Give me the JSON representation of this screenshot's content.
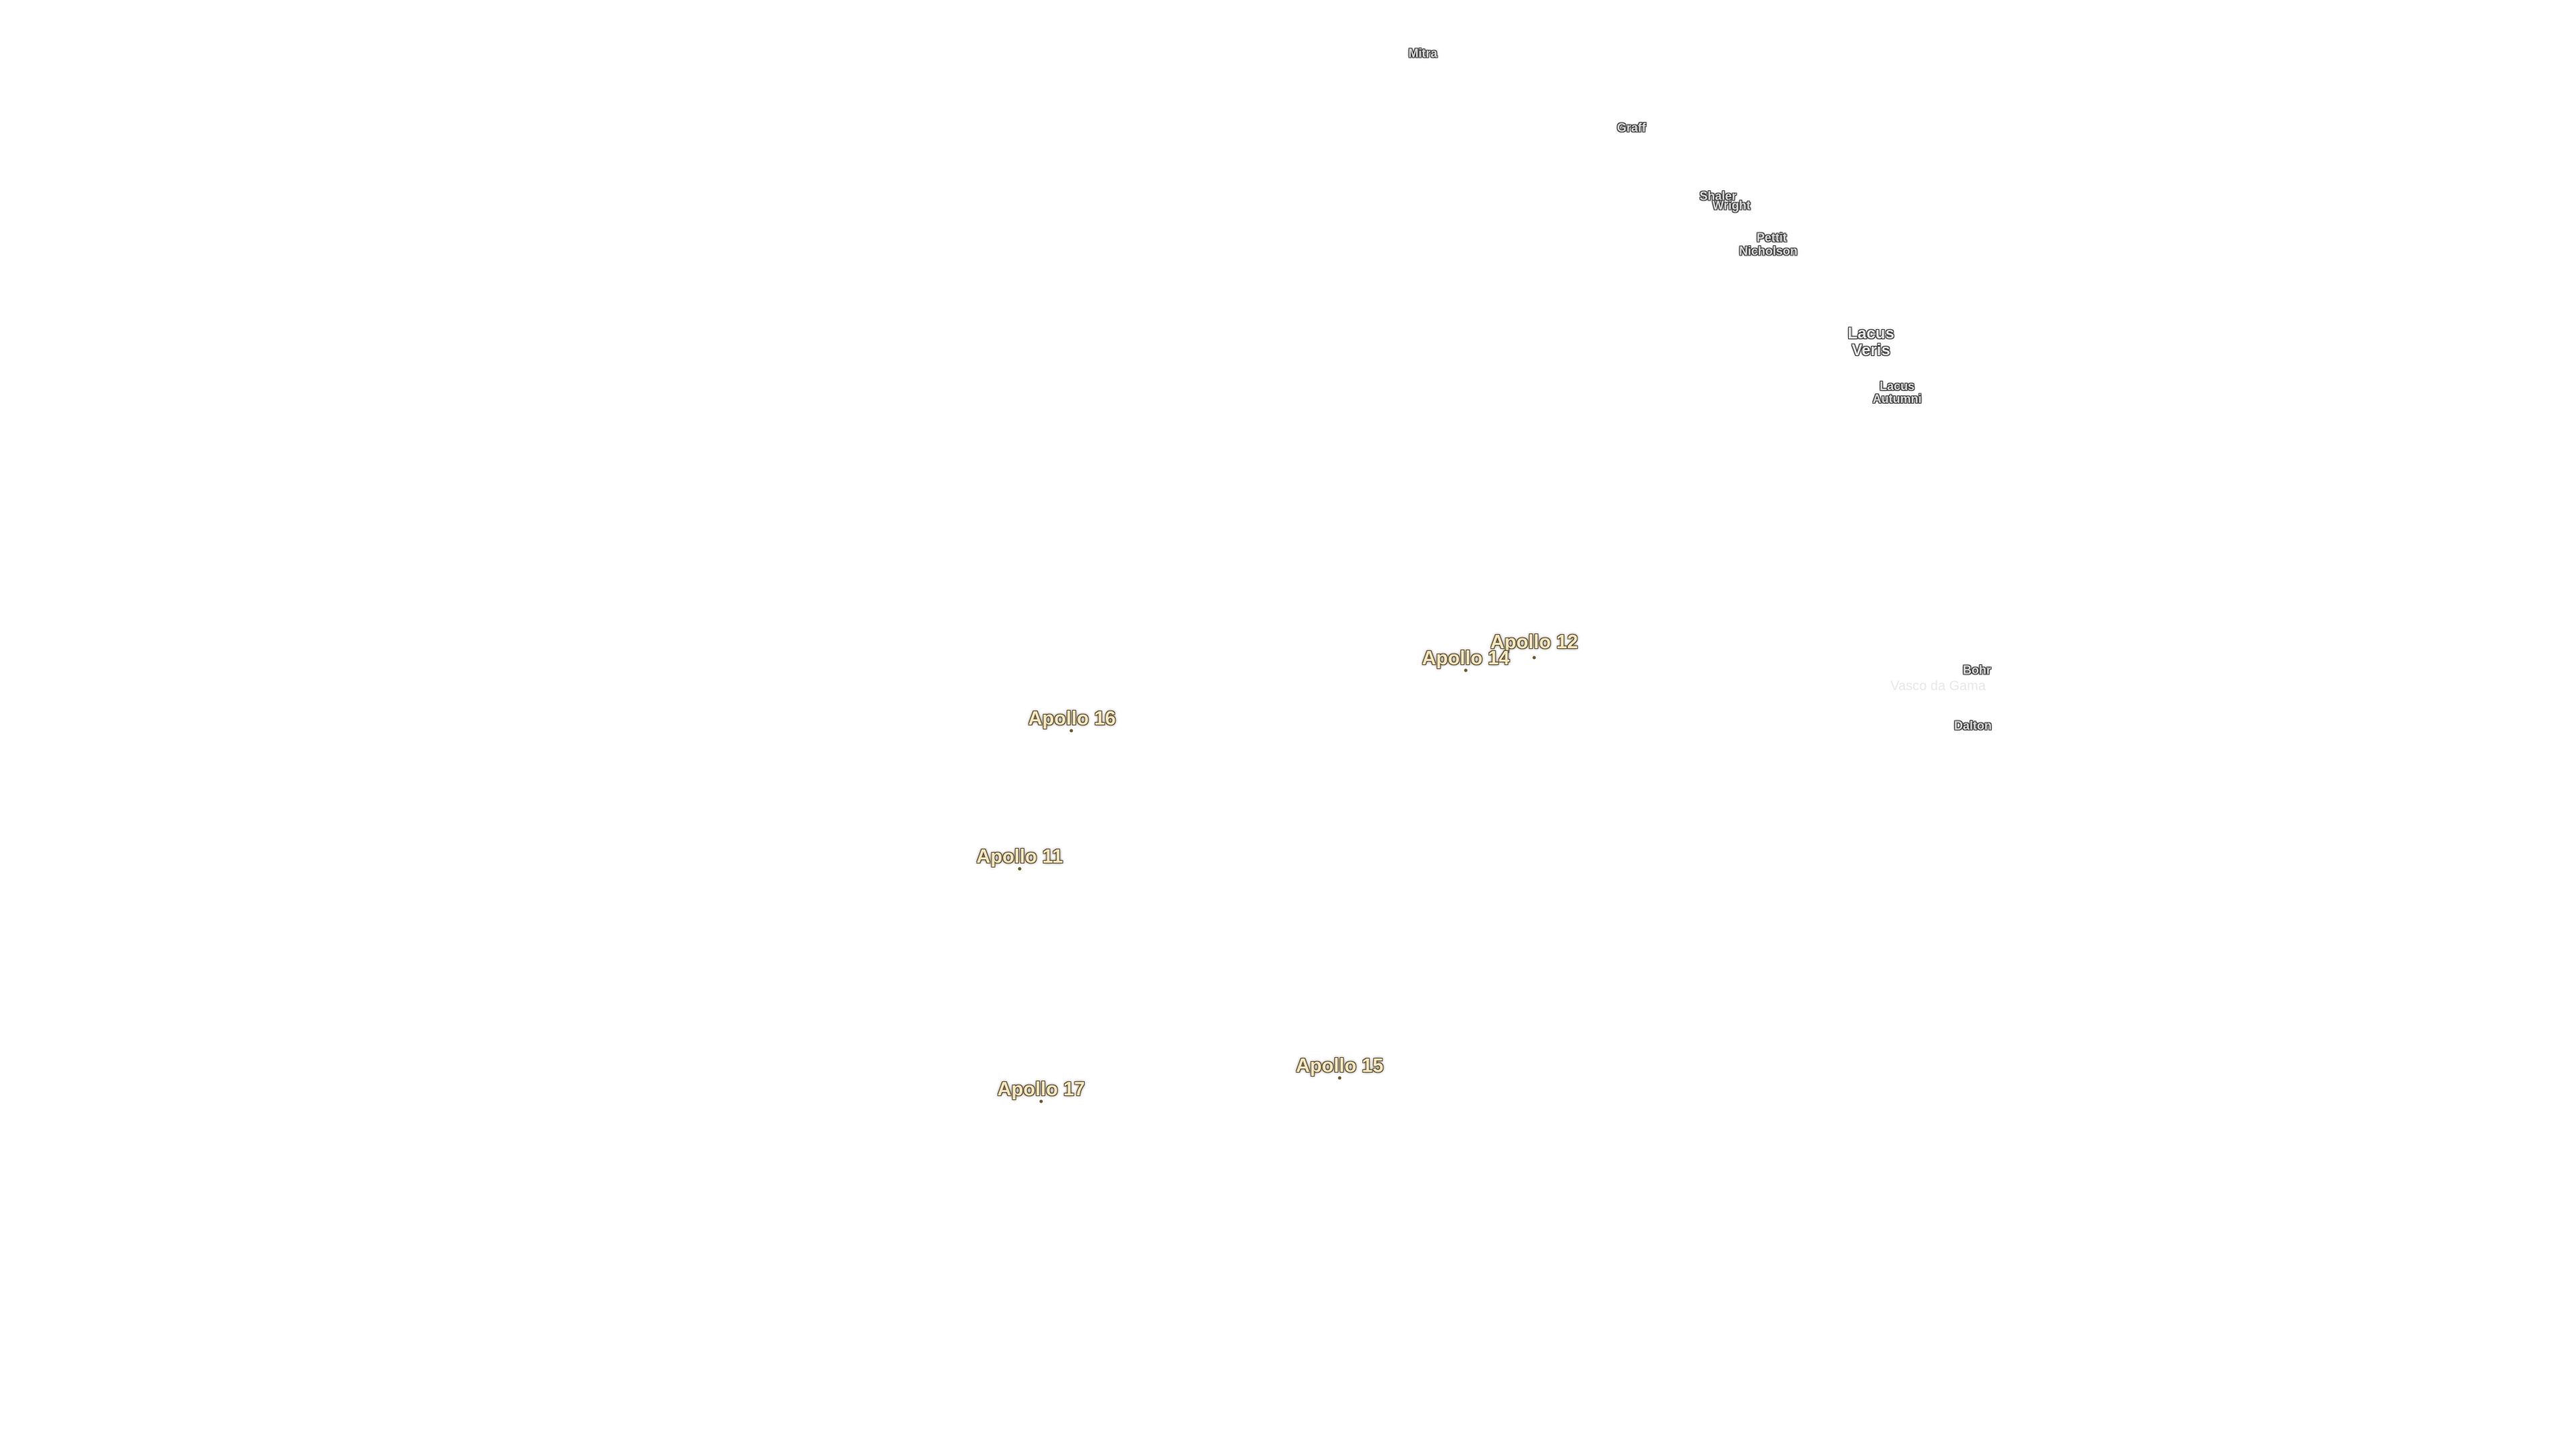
{
  "map": {
    "background": "#ffffff",
    "feature_label_color": "#d9d9d9",
    "landing_site_label_color": "#f3e7c3",
    "features": {
      "mitra": "Mitra",
      "graff": "Graff",
      "shaler": "Shaler",
      "wright": "Wright",
      "pettit": "Pettit",
      "nicholson": "Nicholson",
      "lacus_veris_1": "Lacus",
      "lacus_veris_2": "Veris",
      "lacus_autumni_1": "Lacus",
      "lacus_autumni_2": "Autumni",
      "bohr": "Bohr",
      "vasco_da_gama": "Vasco da Gama",
      "dalton": "Dalton"
    },
    "landing_sites": {
      "apollo_12": "Apollo 12",
      "apollo_14": "Apollo 14",
      "apollo_16": "Apollo 16",
      "apollo_11": "Apollo 11",
      "apollo_15": "Apollo 15",
      "apollo_17": "Apollo 17"
    }
  }
}
